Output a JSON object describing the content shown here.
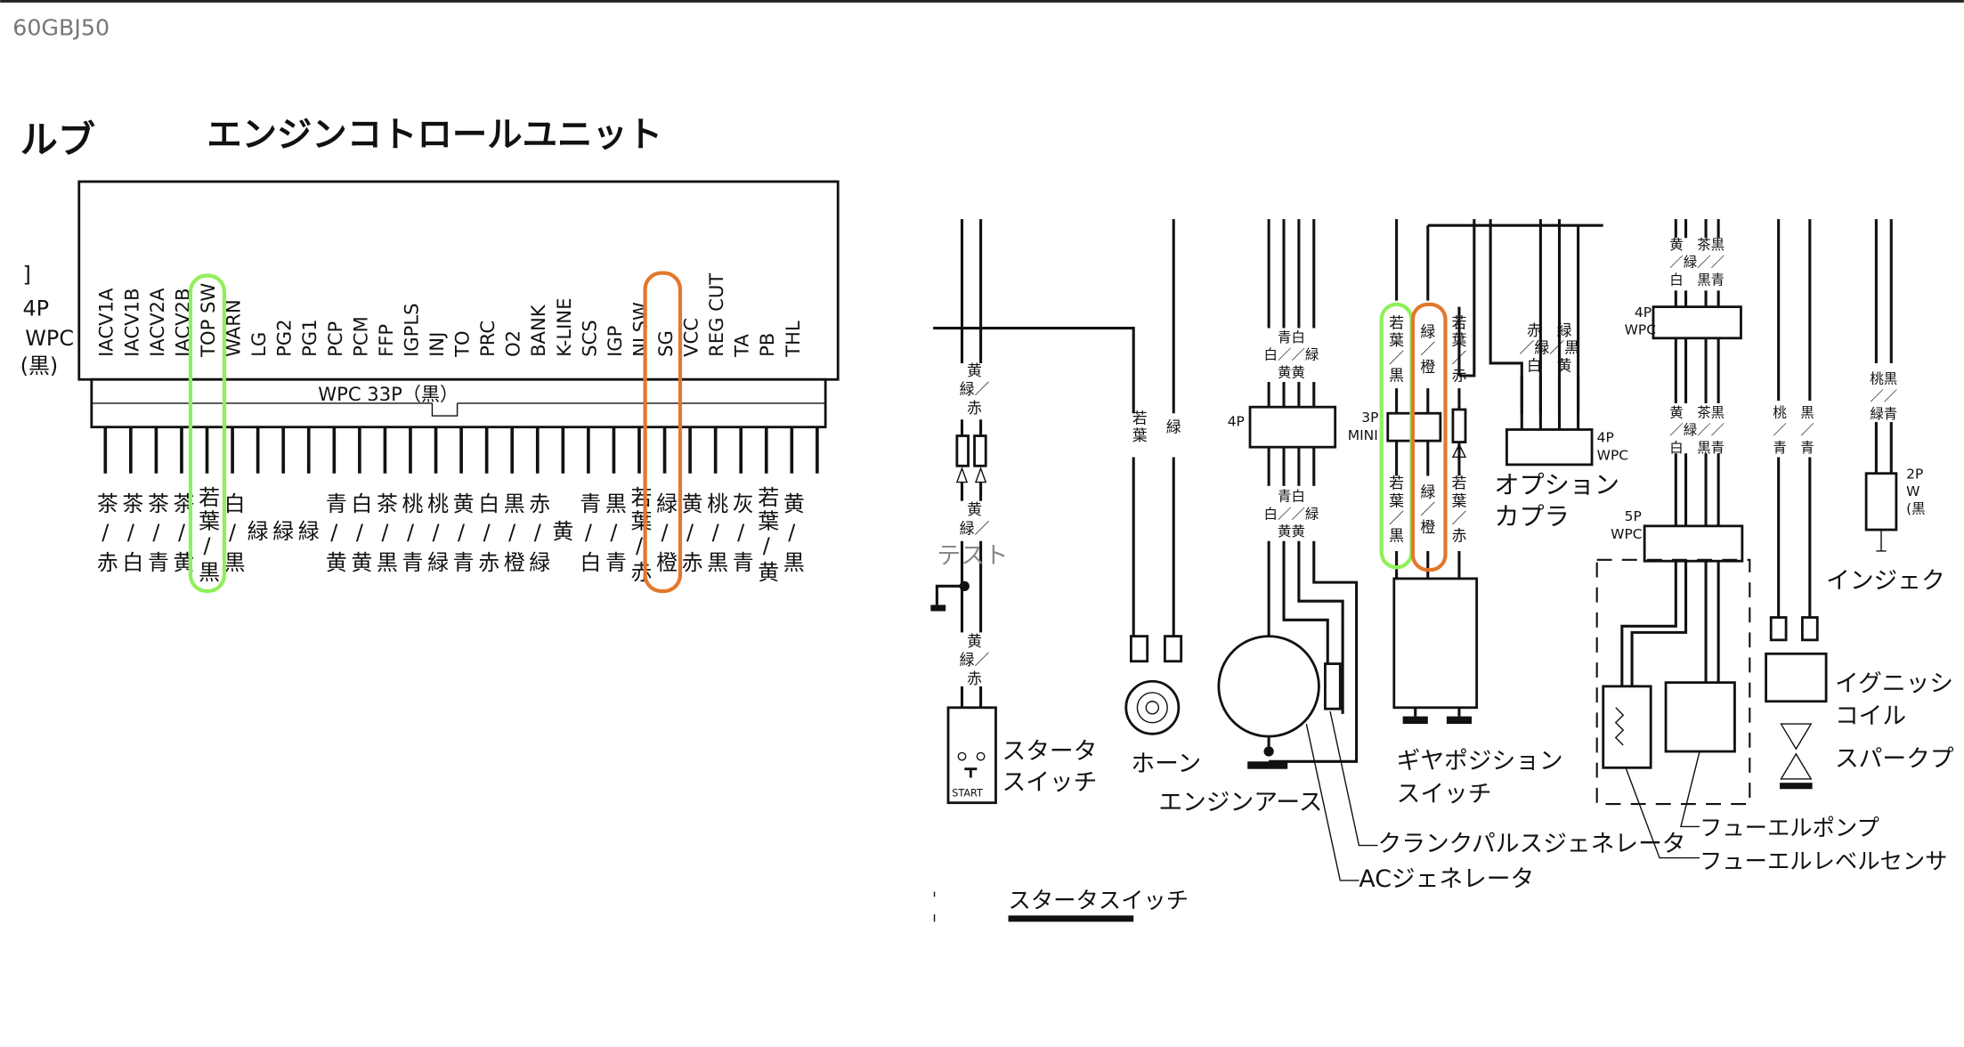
{
  "viewer": {
    "doc_title": "60GBJ50"
  },
  "ecu": {
    "partial_left_title": "ルブ",
    "title": "エンジンコトロールユニット",
    "connector": "WPC 33P（黒）",
    "left_connector": [
      "]",
      "4P",
      "WPC",
      "(黒)"
    ],
    "pins": [
      "IACV1A",
      "IACV1B",
      "IACV2A",
      "IACV2B",
      "TOP SW",
      "WARN",
      "LG",
      "PG2",
      "PG1",
      "PCP",
      "PCM",
      "FFP",
      "IGPLS",
      "INJ",
      "TO",
      "PRC",
      "O2",
      "BANK",
      "K-LINE",
      "SCS",
      "IGP",
      "NLSW",
      "SG",
      "VCC",
      "REG CUT",
      "TA",
      "PB",
      "THL"
    ],
    "wires": [
      "茶/赤",
      "茶/白",
      "茶/青",
      "茶/黄",
      "若葉/黒",
      "白/黒",
      "緑",
      "緑",
      "緑",
      "青/黄",
      "白/黄",
      "茶/黒",
      "桃/青",
      "桃/緑",
      "黄/青",
      "白/赤",
      "黒/橙",
      "赤/緑",
      "黄",
      "青/白",
      "黒/青",
      "若葉/赤",
      "緑/橙",
      "黄/赤",
      "桃/黒",
      "灰/青",
      "若葉/黄",
      "黄/黒"
    ]
  },
  "highlights": {
    "green": "#8ef05a",
    "orange": "#e2782d",
    "highlighted_pins": [
      "TOP SW",
      "SG"
    ]
  },
  "right": {
    "starter": {
      "wire_a": [
        "黄",
        "緑／",
        "赤"
      ],
      "wire_b": [
        "黄",
        "緑／"
      ],
      "test": "テスト",
      "wire_c": [
        "黄",
        "緑／",
        "赤"
      ],
      "start_label": "START",
      "name": [
        "スタータ",
        "スイッチ"
      ]
    },
    "horn": {
      "wire_left": [
        "若",
        "葉"
      ],
      "wire_right": "緑",
      "name": "ホーン"
    },
    "acgen": {
      "wire_top": [
        "青白",
        "白／／緑",
        "黄黄"
      ],
      "conn": "4P",
      "wire_bottom": [
        "青白",
        "白／／緑",
        "黄黄"
      ],
      "ground": "エンジンアース",
      "crank": "クランクパルスジェネレータ",
      "ac": "ACジェネレータ"
    },
    "gear": {
      "conn": [
        "3P",
        "MINI"
      ],
      "wires": [
        [
          "若",
          "葉",
          "／",
          "黒"
        ],
        [
          "緑",
          "／",
          "橙"
        ],
        [
          "若",
          "葉",
          "／",
          "赤"
        ]
      ],
      "name": [
        "ギヤポジション",
        "スイッチ"
      ]
    },
    "option": {
      "wire": [
        "赤　緑",
        "／緑／黒",
        "白　黄"
      ],
      "conn": [
        "4P",
        "WPC"
      ],
      "name": [
        "オプション",
        "カプラ"
      ]
    },
    "fuel": {
      "wire_top": [
        "黄　茶黒",
        "／緑／／",
        "白　黒青"
      ],
      "conn1": [
        "4P",
        "WPC"
      ],
      "wire_bottom": [
        "黄　茶黒",
        "／緑／／",
        "白　黒青"
      ],
      "conn2": [
        "5P",
        "WPC"
      ],
      "pump": "フューエルポンプ",
      "sensor": "フューエルレベルセンサ"
    },
    "ign": {
      "wire": [
        "桃　黒",
        "／　／",
        "青　青"
      ],
      "name": [
        "イグニッシ",
        "コイル"
      ],
      "plug": "スパークプ"
    },
    "inj": {
      "wire": [
        "桃黒",
        "／／",
        "緑青"
      ],
      "conn": [
        "2P",
        "W",
        "(黒"
      ],
      "name": "インジェク"
    },
    "bottom_title": "スタータスイッチ"
  }
}
